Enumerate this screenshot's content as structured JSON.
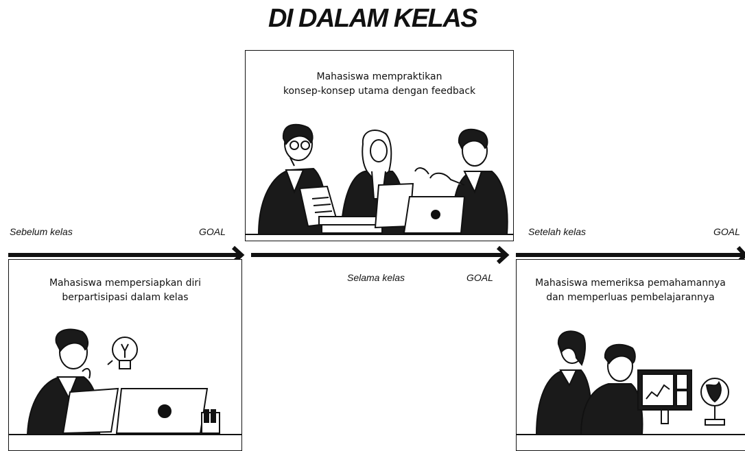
{
  "title": "DI DALAM KELAS",
  "stages": {
    "before": {
      "label": "Sebelum kelas",
      "goal": "GOAL",
      "caption_line1": "Mahasiswa mempersiapkan diri",
      "caption_line2": "berpartisipasi dalam kelas"
    },
    "during": {
      "label": "Selama kelas",
      "goal": "GOAL",
      "caption_line1": "Mahasiswa mempraktikan",
      "caption_line2": "konsep-konsep utama dengan feedback"
    },
    "after": {
      "label": "Setelah kelas",
      "goal": "GOAL",
      "caption_line1": "Mahasiswa memeriksa pemahamannya",
      "caption_line2": "dan memperluas pembelajarannya"
    }
  },
  "colors": {
    "ink": "#111111",
    "background": "#ffffff"
  },
  "icons": [
    "arrow-right-icon",
    "lightbulb-icon",
    "laptop-icon",
    "globe-icon",
    "monitor-chart-icon"
  ]
}
